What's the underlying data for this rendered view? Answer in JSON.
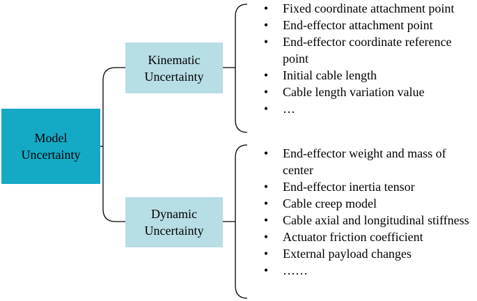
{
  "colors": {
    "root_fill": "#14a9c4",
    "branch_fill": "#b7dde5",
    "connector": "#000000"
  },
  "root": {
    "line1": "Model",
    "line2": "Uncertainty"
  },
  "branches": [
    {
      "line1": "Kinematic",
      "line2": "Uncertainty",
      "items": [
        "Fixed coordinate attachment point",
        "End-effector attachment point",
        "End-effector coordinate reference point",
        "Initial cable length",
        "Cable length variation value",
        "…"
      ]
    },
    {
      "line1": "Dynamic",
      "line2": "Uncertainty",
      "items": [
        "End-effector weight and mass of center",
        "End-effector inertia tensor",
        "Cable creep model",
        "Cable axial and longitudinal stiffness",
        "Actuator friction coefficient",
        "External payload changes",
        "……"
      ]
    }
  ],
  "bullet_symbol": "•"
}
